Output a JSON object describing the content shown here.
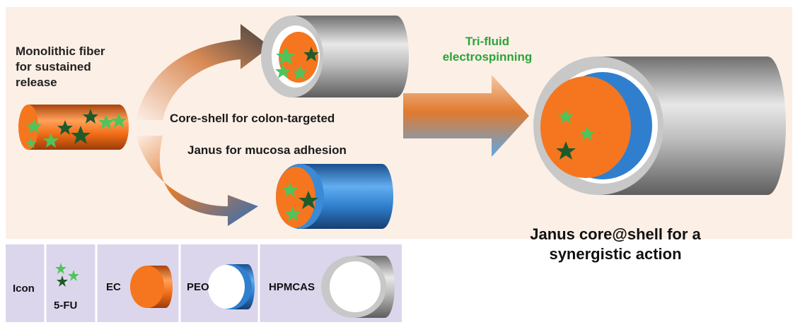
{
  "labels": {
    "monolithic": [
      "Monolithic fiber",
      "for sustained",
      "release"
    ],
    "core_shell": "Core-shell for colon-targeted",
    "janus": "Janus for mucosa adhesion",
    "trifluid": [
      "Tri-fluid",
      "electrospinning"
    ],
    "result": [
      "Janus core@shell for a",
      "synergistic action"
    ]
  },
  "legend": {
    "icon": "Icon",
    "drug": "5-FU",
    "ec": "EC",
    "peo": "PEO",
    "hpmcas": "HPMCAS"
  },
  "colors": {
    "background": "#fcefe6",
    "legend_bg": "#dcd6ec",
    "ec_orange": "#f5761f",
    "peo_blue": "#2f7fce",
    "hpmcas_gray": "#9a9a9a",
    "star_light": "#4fc45a",
    "star_dark": "#1f5a2a",
    "process_green": "#2aa43a"
  }
}
